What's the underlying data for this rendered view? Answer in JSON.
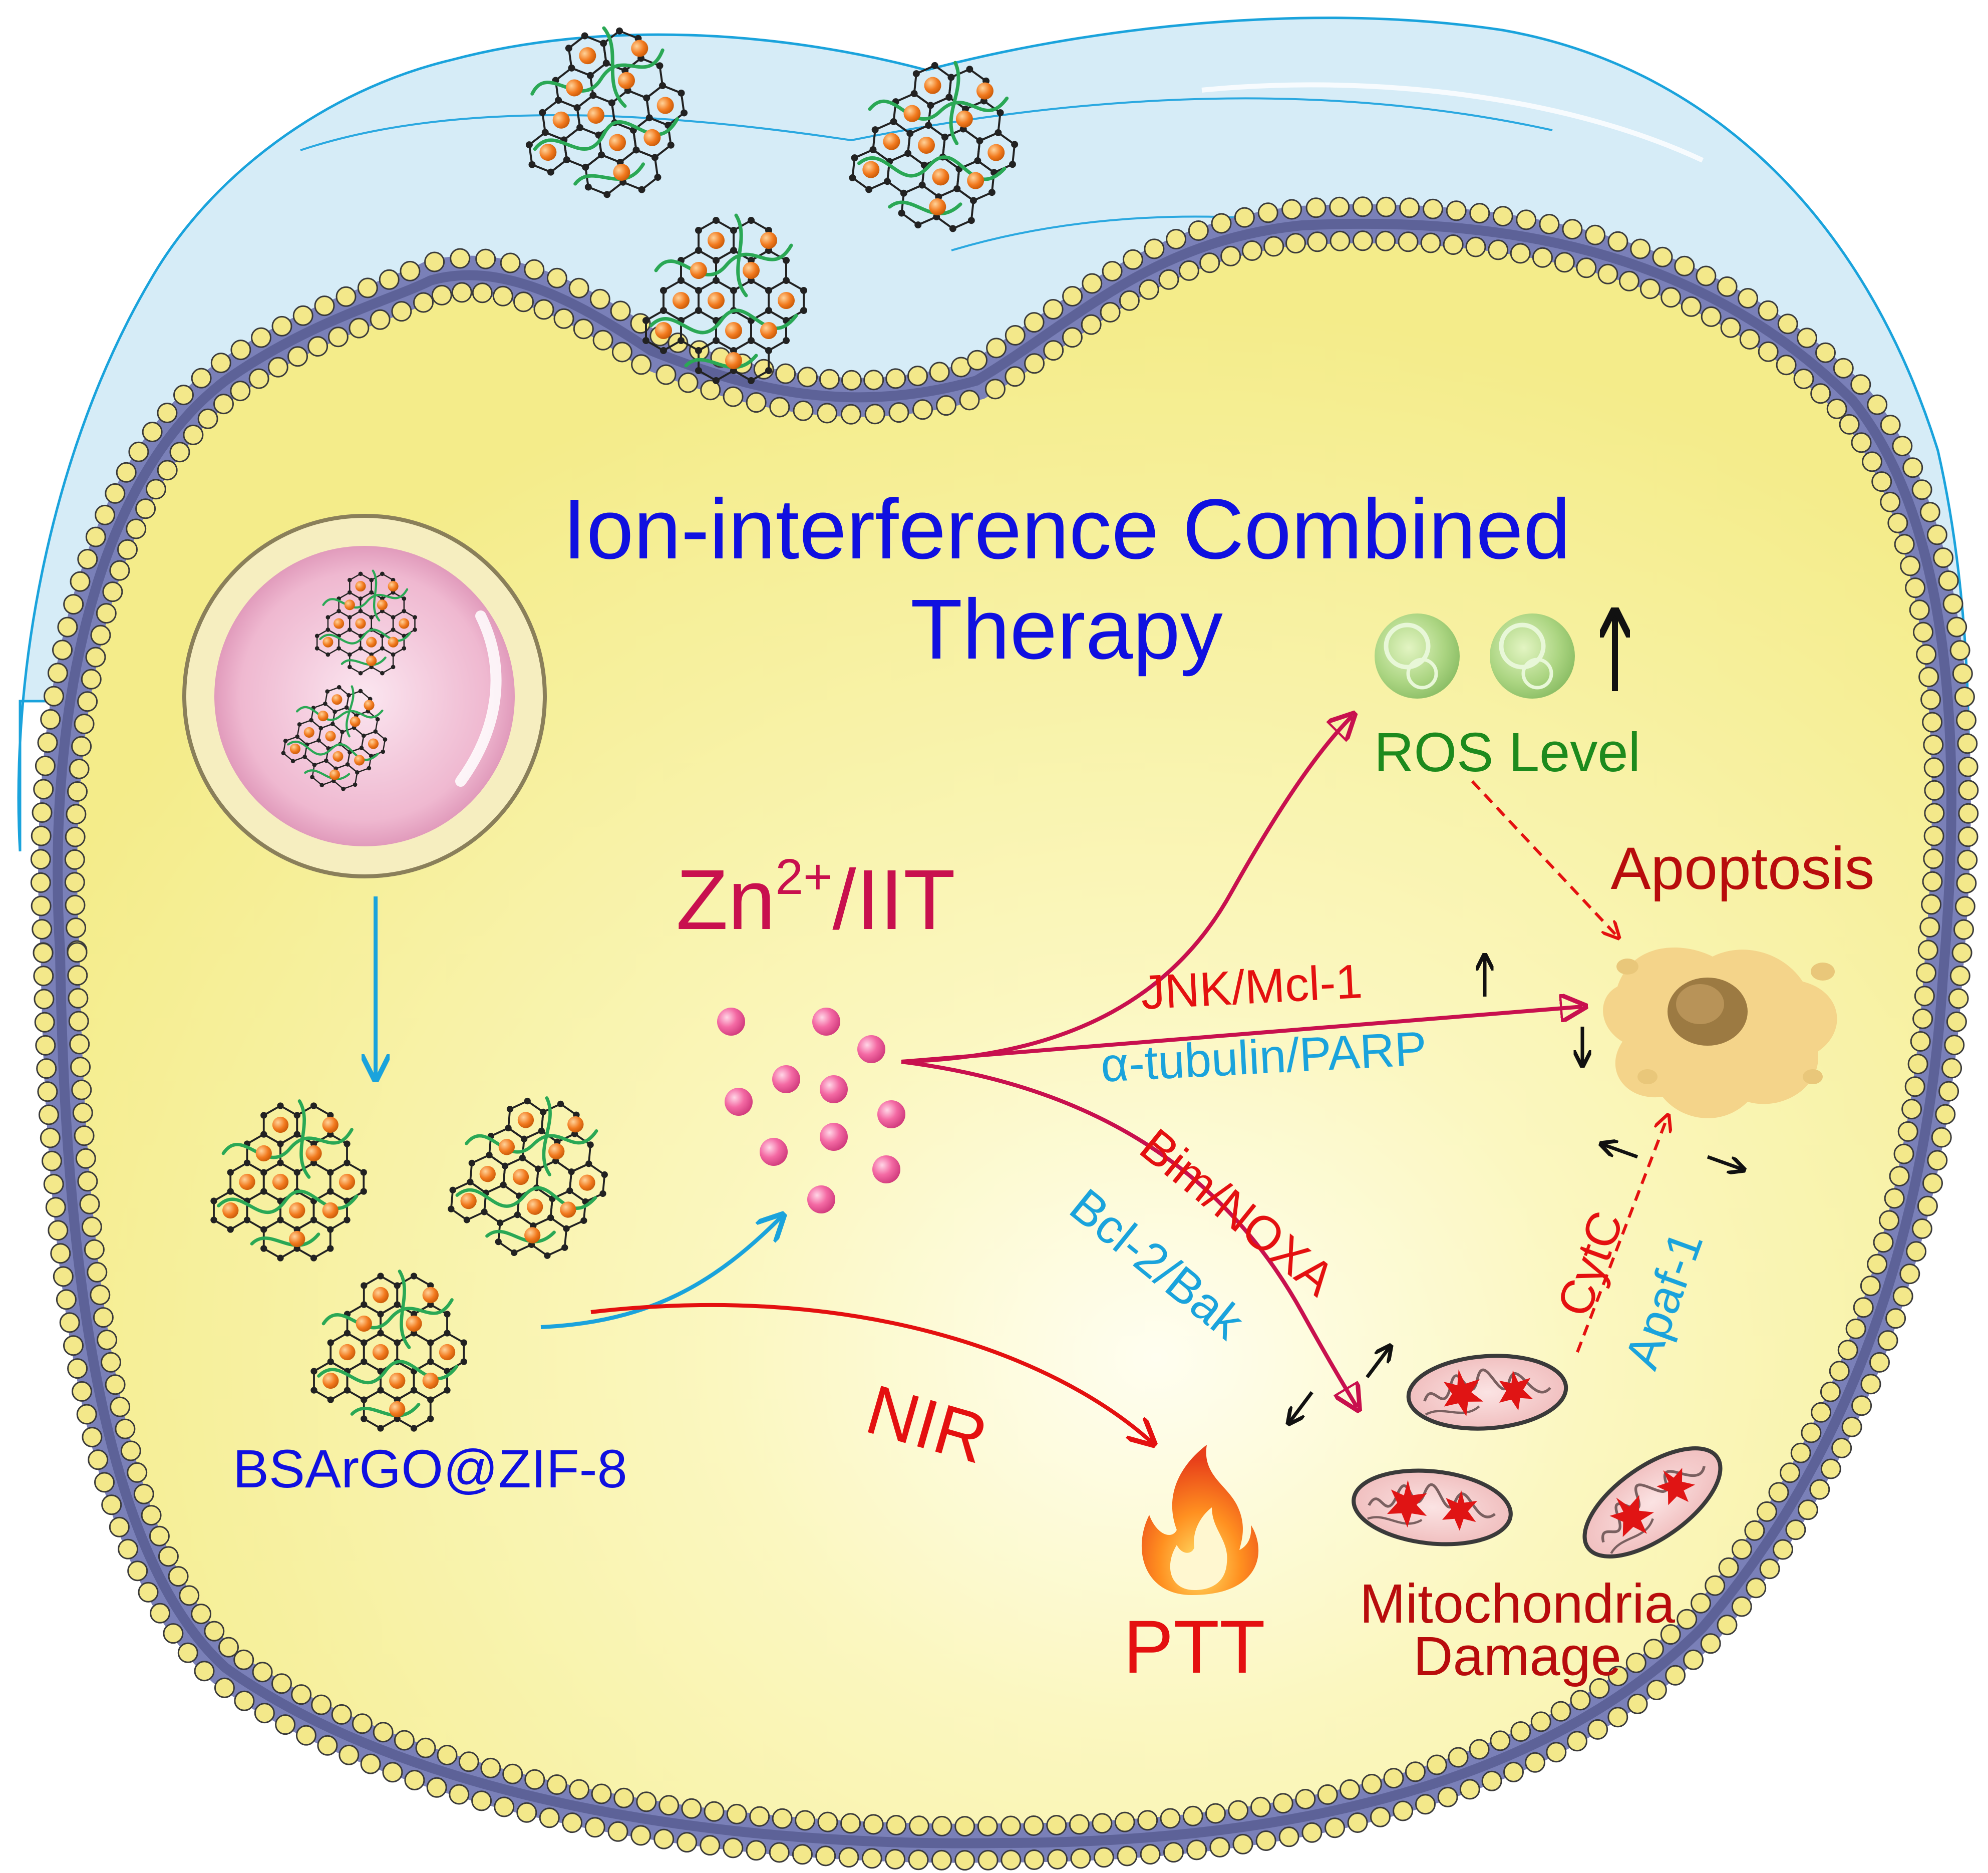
{
  "title": {
    "line1": "Ion-interference Combined",
    "line2": "Therapy",
    "color": "#1010e0"
  },
  "labels": {
    "zn_prefix": "Zn",
    "zn_sup": "2+",
    "zn_suffix": "/IIT",
    "nanoparticle": "BSArGO@ZIF-8",
    "nir": "NIR",
    "ptt": "PTT",
    "ros": "ROS Level",
    "apoptosis": "Apoptosis",
    "mito_line1": "Mitochondria",
    "mito_line2": "Damage",
    "jnk": "JNK/Mcl-1",
    "tubulin": "α-tubulin/PARP",
    "bim": "Bim/NOXA",
    "bcl": "Bcl-2/Bak",
    "cytc": "CytC",
    "apaf": "Apaf-1"
  },
  "colors": {
    "red": "#e41010",
    "darkred": "#b80c0c",
    "cyan": "#1aa3dc",
    "green": "#1d8a1d",
    "magenta": "#c8104e",
    "blue": "#1010e0",
    "cytoplasm": "#f7f2a0",
    "extracellular": "#d6ecf7",
    "membrane": "#7a80b8",
    "lipid": "#f3e88a"
  },
  "icons": {
    "ros": "ros-bubble-icon",
    "fire": "flame-icon",
    "cell": "apoptotic-cell-icon",
    "mito": "mitochondria-icon",
    "zn": "zinc-ion-icon",
    "sheet": "graphene-sheet-icon"
  }
}
